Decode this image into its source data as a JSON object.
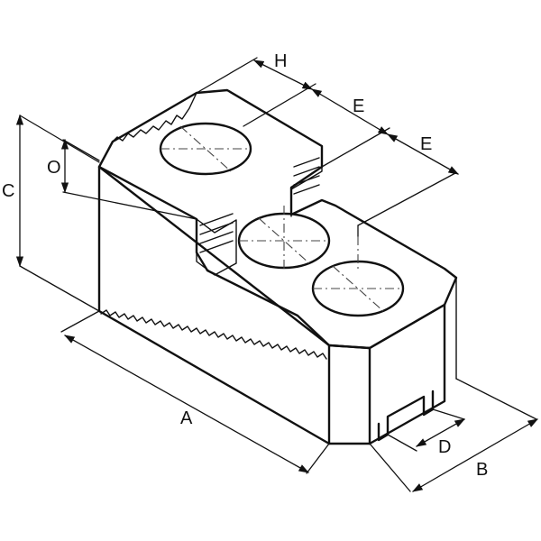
{
  "diagram": {
    "labels": {
      "h": "H",
      "e1": "E",
      "e2": "E",
      "o": "O",
      "c": "C",
      "a": "A",
      "d": "D",
      "b": "B"
    }
  }
}
